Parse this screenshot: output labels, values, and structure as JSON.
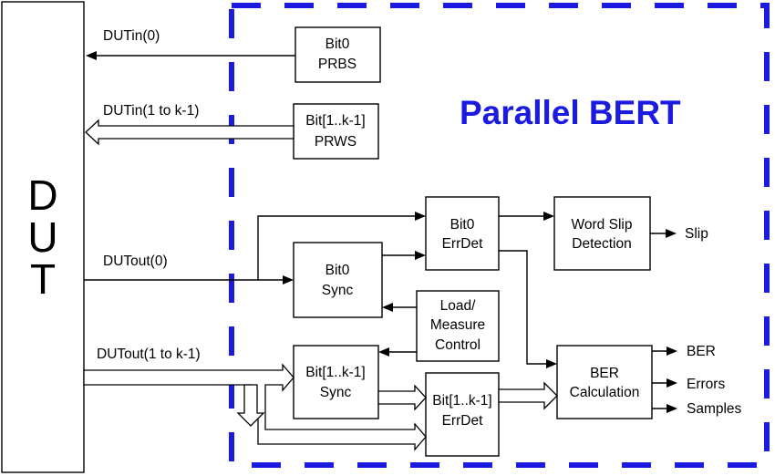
{
  "title": "Parallel BERT",
  "colors": {
    "accent": "#1a1ae0",
    "line": "#000000",
    "background": "#ffffff"
  },
  "dut": {
    "letters": [
      "D",
      "U",
      "T"
    ]
  },
  "blocks": {
    "prbs": [
      "Bit0",
      "PRBS"
    ],
    "prws": [
      "Bit[1..k-1]",
      "PRWS"
    ],
    "bit0_errdet": [
      "Bit0",
      "ErrDet"
    ],
    "word_slip": [
      "Word Slip",
      "Detection"
    ],
    "bit0_sync": [
      "Bit0",
      "Sync"
    ],
    "load_measure": [
      "Load/",
      "Measure",
      "Control"
    ],
    "bitk_sync": [
      "Bit[1..k-1]",
      "Sync"
    ],
    "bitk_errdet": [
      "Bit[1..k-1]",
      "ErrDet"
    ],
    "ber_calc": [
      "BER",
      "Calculation"
    ]
  },
  "signals": {
    "dutin0": "DUTin(0)",
    "dutin_k": "DUTin(1 to k-1)",
    "dutout0": "DUTout(0)",
    "dutout_k": "DUTout(1 to k-1)",
    "slip": "Slip",
    "ber": "BER",
    "errors": "Errors",
    "samples": "Samples"
  }
}
